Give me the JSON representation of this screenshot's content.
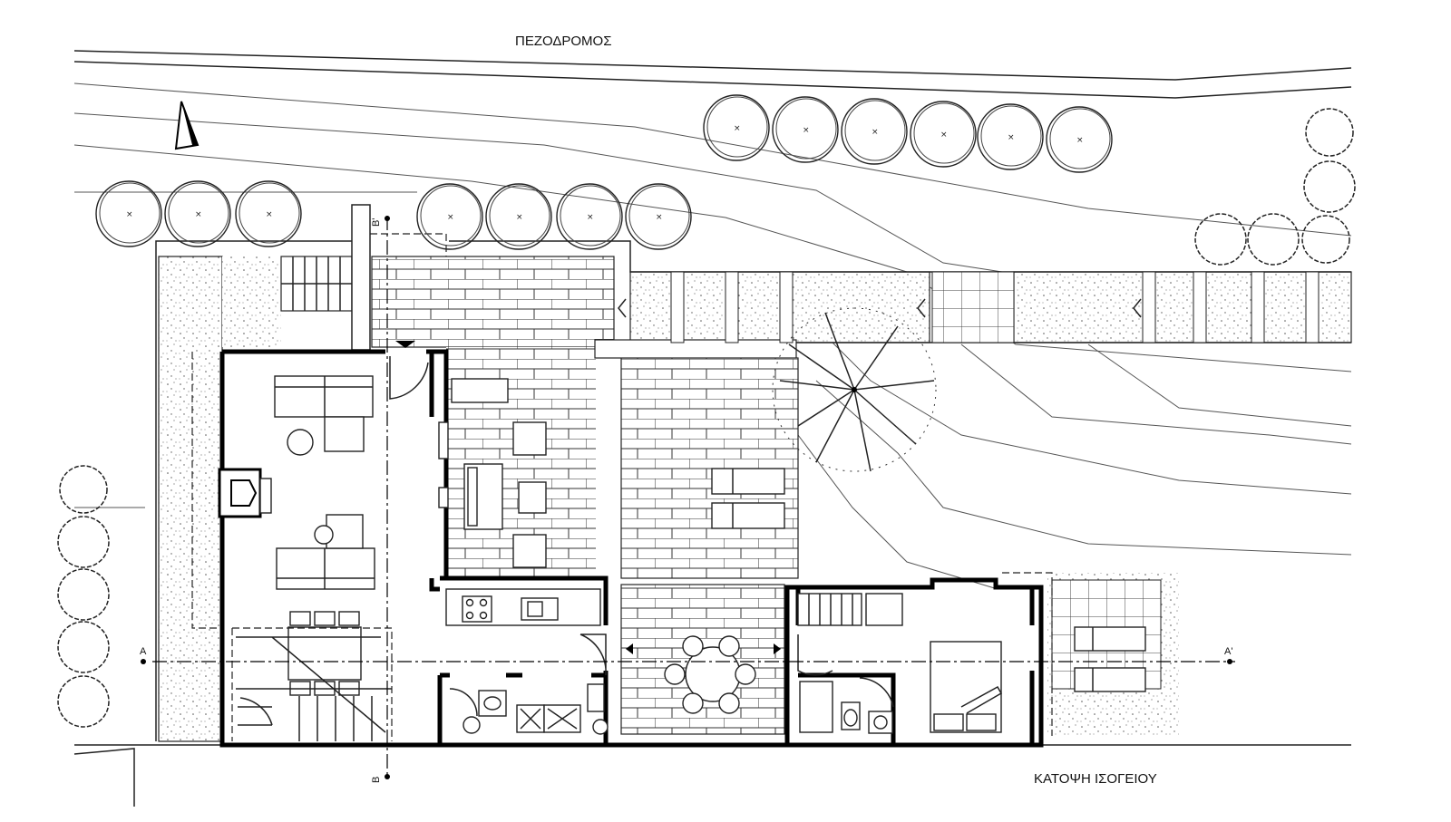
{
  "labels": {
    "street": "ΠΕΖΟΔΡΟΜΟΣ",
    "plan_title": "ΚΑΤΟΨΗ ΙΣΟΓΕΙΟΥ",
    "section_a_left": "A",
    "section_a_right": "A'",
    "section_b_top": "B'",
    "section_b_bottom": "B"
  },
  "symbols": {
    "north_arrow": "north-arrow-icon",
    "tree": "tree-icon"
  }
}
